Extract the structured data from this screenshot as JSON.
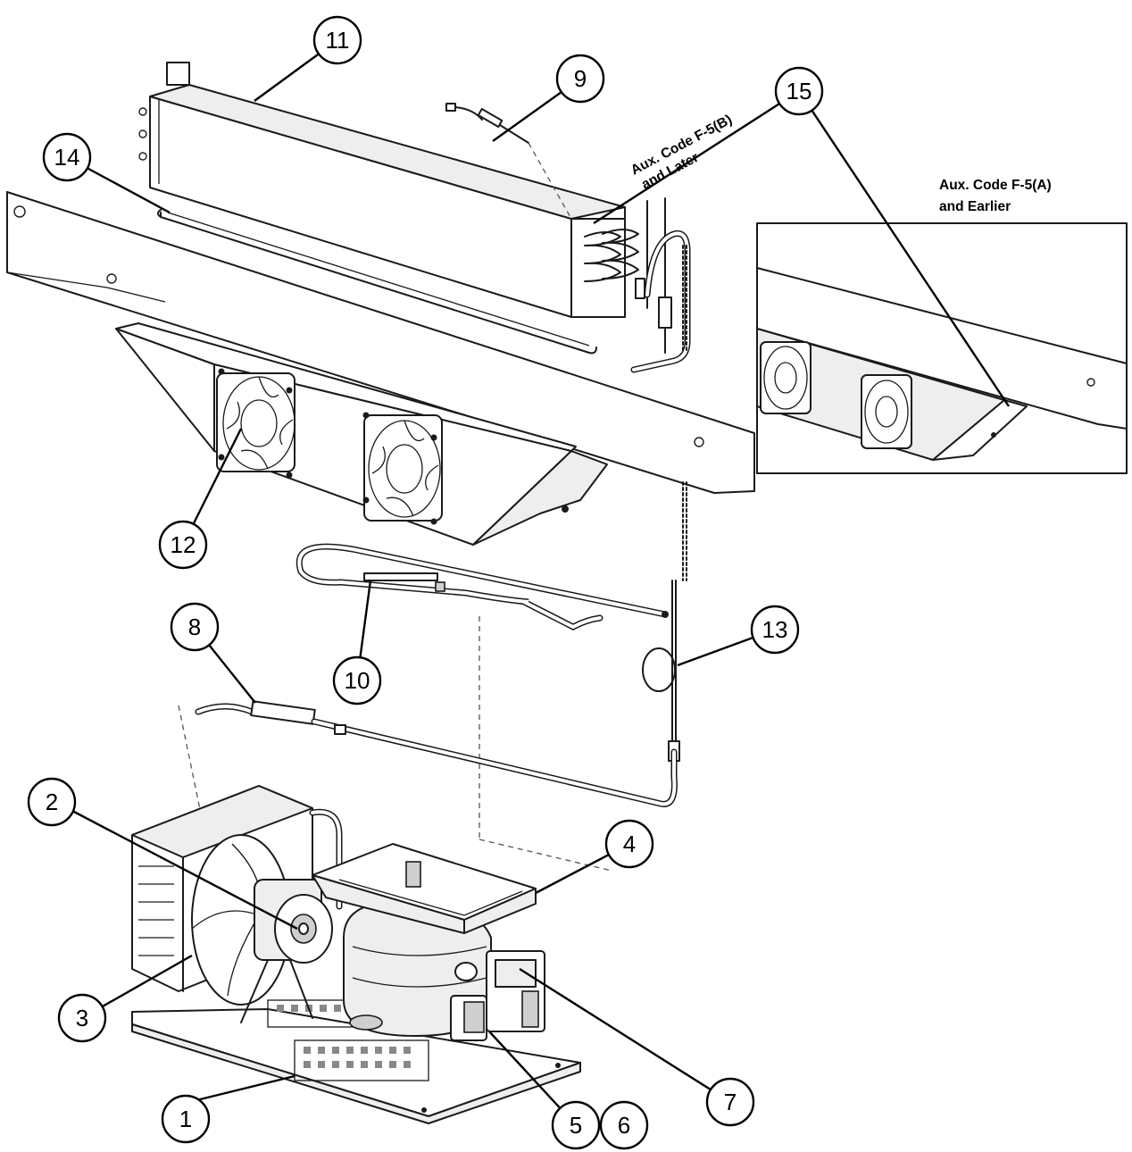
{
  "callouts": [
    {
      "id": "1",
      "label": "1"
    },
    {
      "id": "2",
      "label": "2"
    },
    {
      "id": "3",
      "label": "3"
    },
    {
      "id": "4",
      "label": "4"
    },
    {
      "id": "5",
      "label": "5"
    },
    {
      "id": "6",
      "label": "6"
    },
    {
      "id": "7",
      "label": "7"
    },
    {
      "id": "8",
      "label": "8"
    },
    {
      "id": "9",
      "label": "9"
    },
    {
      "id": "10",
      "label": "10"
    },
    {
      "id": "11",
      "label": "11"
    },
    {
      "id": "12",
      "label": "12"
    },
    {
      "id": "13",
      "label": "13"
    },
    {
      "id": "14",
      "label": "14"
    },
    {
      "id": "15",
      "label": "15"
    }
  ],
  "notes": {
    "aux_b_line1": "Aux. Code F-5(B)",
    "aux_b_line2": "and Later",
    "aux_a_line1": "Aux. Code F-5(A)",
    "aux_a_line2": "and Earlier"
  }
}
